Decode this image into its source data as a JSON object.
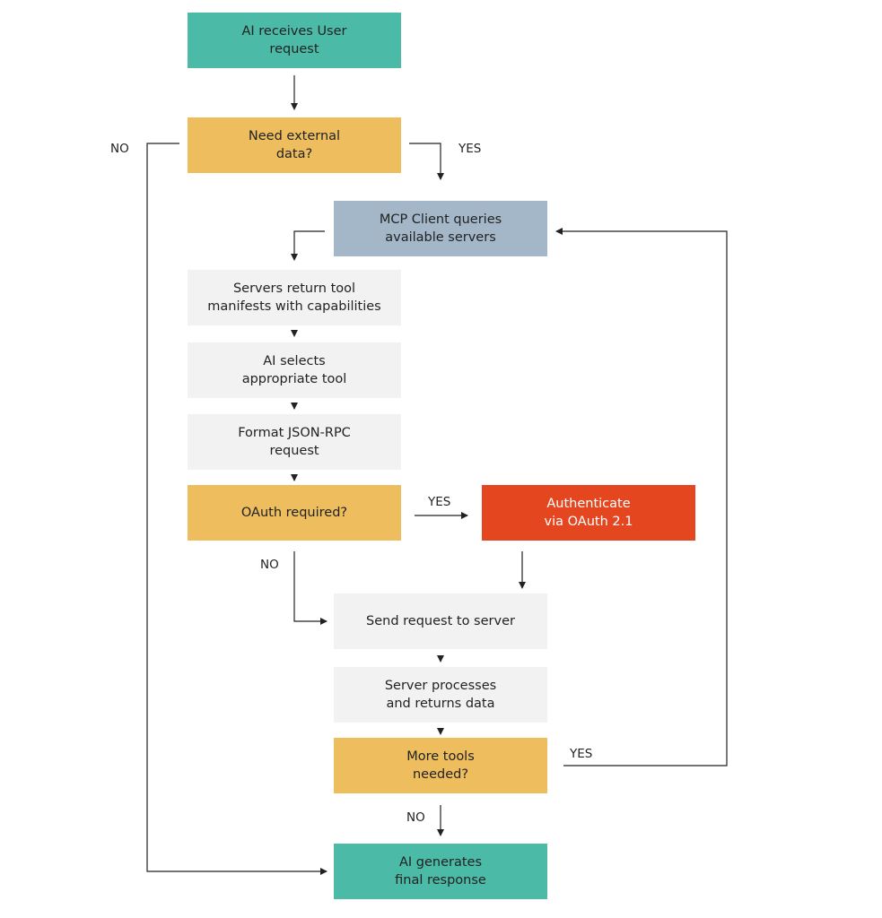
{
  "colors": {
    "teal": "#4bbaa6",
    "yellow": "#edbd5e",
    "blue_grey": "#a3b7c8",
    "light_grey": "#f2f2f2",
    "red": "#e44720"
  },
  "nodes": {
    "receive": "AI receives User\nrequest",
    "need_external": "Need external\ndata?",
    "mcp_query": "MCP Client queries\navailable servers",
    "servers_return": "Servers return tool\nmanifests with capabilities",
    "ai_selects": "AI selects\nappropriate tool",
    "format_json": "Format JSON-RPC\nrequest",
    "oauth_required": "OAuth required?",
    "authenticate": "Authenticate\nvia OAuth 2.1",
    "send_request": "Send request to server",
    "server_processes": "Server processes\nand returns data",
    "more_tools": "More tools\nneeded?",
    "final_response": "AI generates\nfinal response"
  },
  "edge_labels": {
    "no_external": "NO",
    "yes_external": "YES",
    "yes_oauth": "YES",
    "no_oauth": "NO",
    "yes_more_tools": "YES",
    "no_more_tools": "NO"
  }
}
